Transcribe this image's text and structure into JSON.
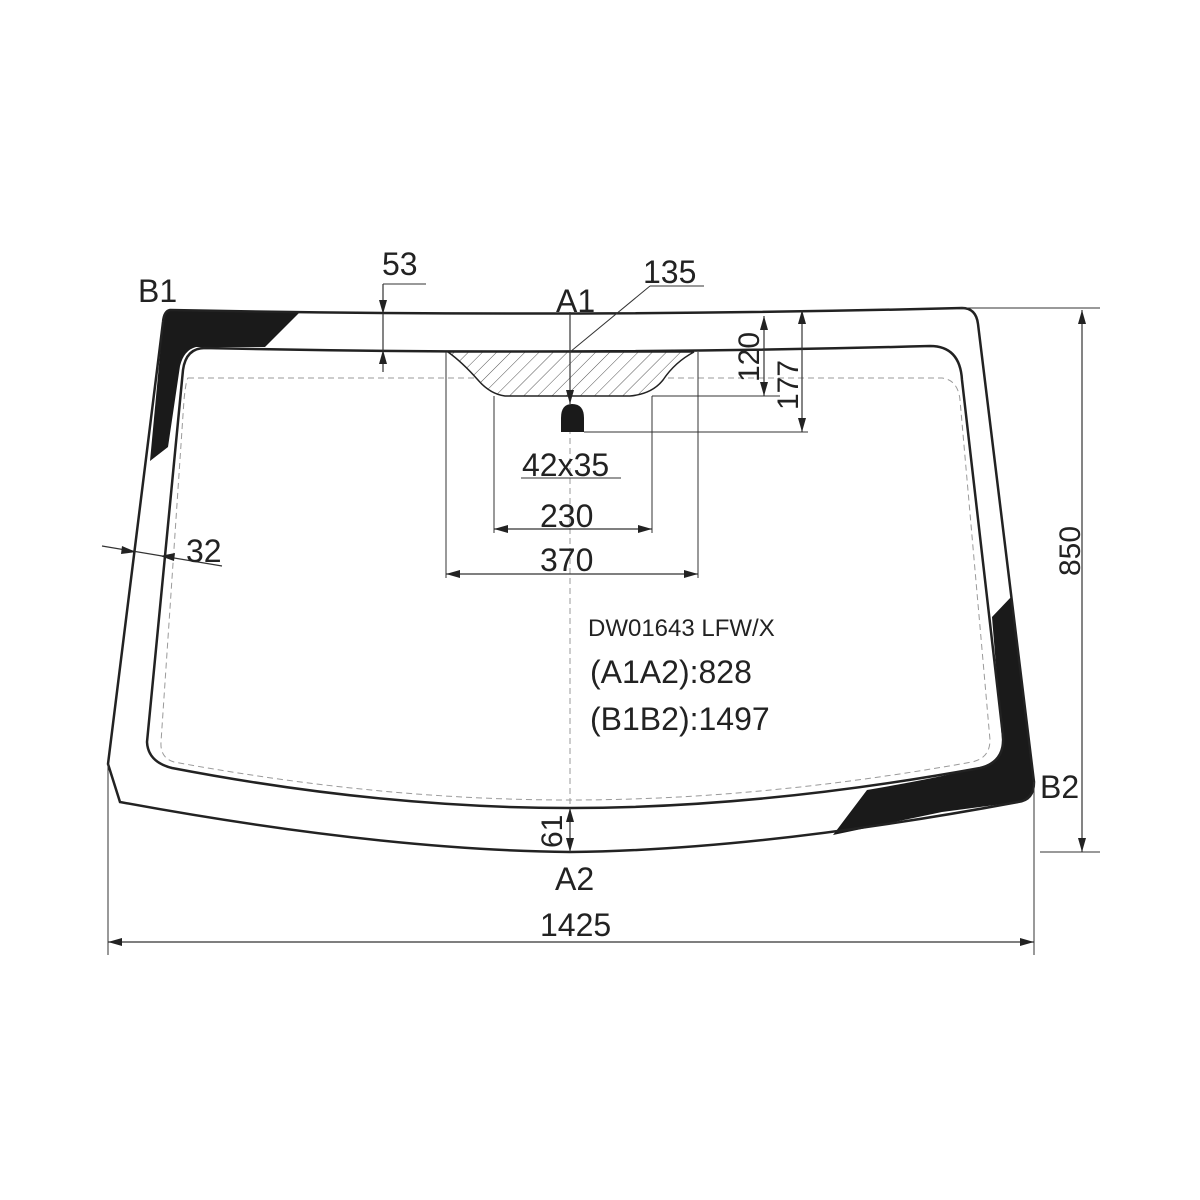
{
  "diagram": {
    "part_code": "DW01643 LFW/X",
    "diagonal_a": "(A1A2):828",
    "diagonal_b": "(B1B2):1497",
    "points": {
      "a1": "A1",
      "a2": "A2",
      "b1": "B1",
      "b2": "B2"
    },
    "dimensions": {
      "top_band": "53",
      "mirror_offset": "135",
      "band_120": "120",
      "band_177": "177",
      "sensor_size": "42x35",
      "width_230": "230",
      "width_370": "370",
      "side_band": "32",
      "height": "850",
      "bottom_band": "61",
      "total_width": "1425"
    },
    "colors": {
      "line": "#222222",
      "ceramic_band": "#1a1a1a",
      "dashed_line": "#9a9a9a"
    }
  }
}
